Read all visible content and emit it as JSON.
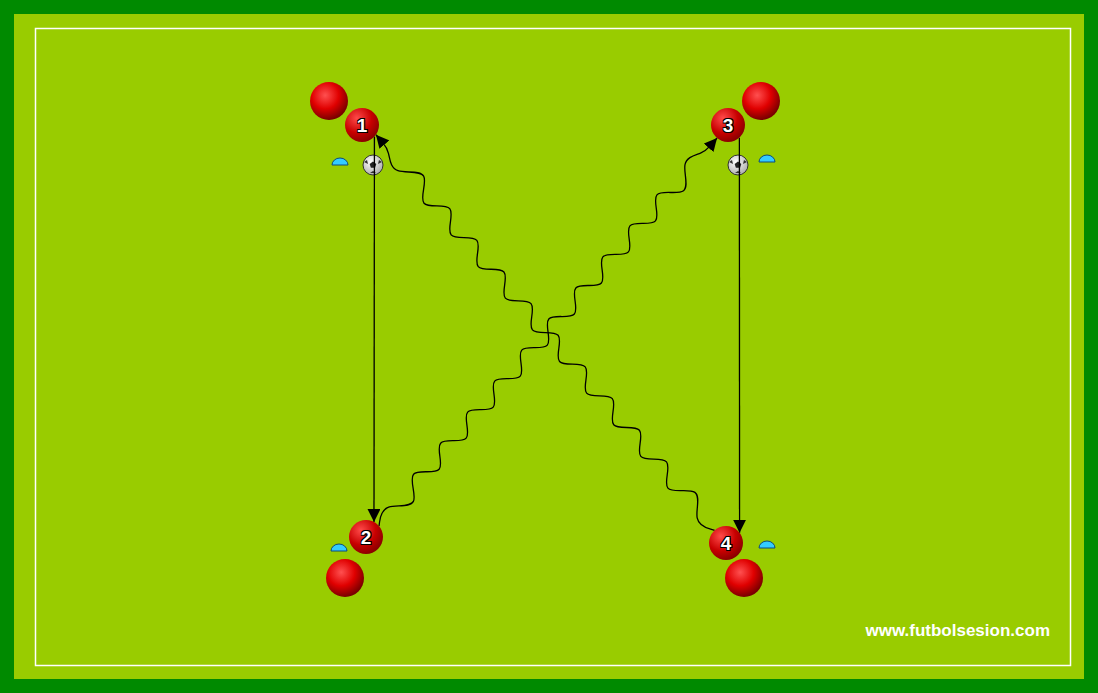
{
  "diagram": {
    "nodes": [
      {
        "text": [
          "1"
        ]
      },
      {
        "text": [
          "2"
        ]
      },
      {
        "text": [
          "3"
        ]
      },
      {
        "text": [
          "4"
        ]
      }
    ],
    "edges": [
      {
        "from": 0,
        "to": 1,
        "arrow": "to"
      },
      {
        "from": 2,
        "to": 3,
        "arrow": "to"
      },
      {
        "from": 1,
        "to": 2,
        "arrow": "to"
      },
      {
        "from": 3,
        "to": 0,
        "arrow": "to"
      }
    ],
    "labels": [
      "www.futbolsesion.com"
    ]
  }
}
